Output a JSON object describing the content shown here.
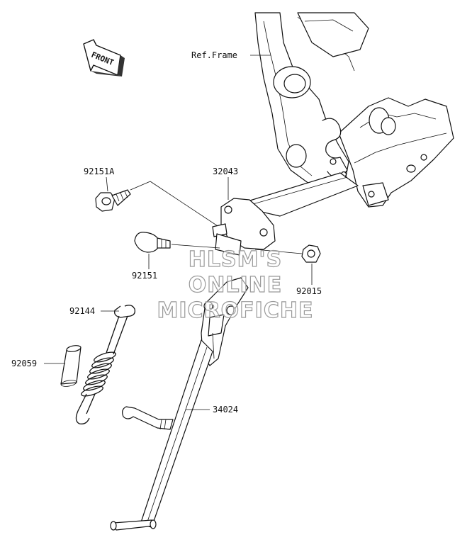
{
  "diagram": {
    "orientation_badge": {
      "text": "FRONT",
      "icon": "front-arrow-icon"
    },
    "frame_label": "Ref.Frame",
    "parts": [
      {
        "id": "bolt-92151A",
        "number": "92151A"
      },
      {
        "id": "bracket-32043",
        "number": "32043"
      },
      {
        "id": "bolt-92151",
        "number": "92151"
      },
      {
        "id": "nut-92015",
        "number": "92015"
      },
      {
        "id": "spring-92144",
        "number": "92144"
      },
      {
        "id": "collar-92059",
        "number": "92059"
      },
      {
        "id": "stand-34024",
        "number": "34024"
      }
    ],
    "watermark": [
      "HLSM'S",
      "ONLINE",
      "MICROFICHE"
    ]
  }
}
